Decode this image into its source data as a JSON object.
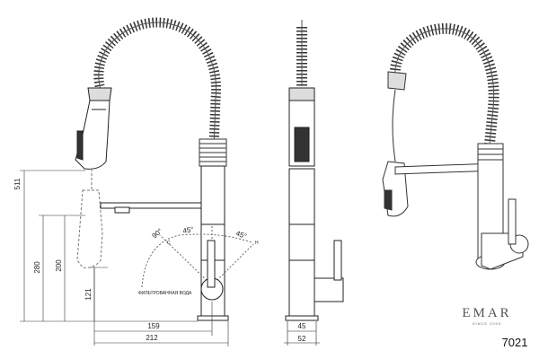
{
  "dimensions": {
    "total_height": "511",
    "spout_height": "280",
    "aerator_height": "200",
    "body_height": "121",
    "reach_axis": "159",
    "reach_total": "212",
    "base_diameter": "45",
    "body_diameter": "52"
  },
  "angles": {
    "left": "90°",
    "middle": "45°",
    "right": "45°",
    "mark_c": "C",
    "mark_h": "H"
  },
  "filtered_water_label": "ФИЛЬТРОВАННАЯ ВОДА",
  "brand": {
    "name": "EMAR",
    "tagline": "SINCE 2005"
  },
  "model_number": "7021"
}
